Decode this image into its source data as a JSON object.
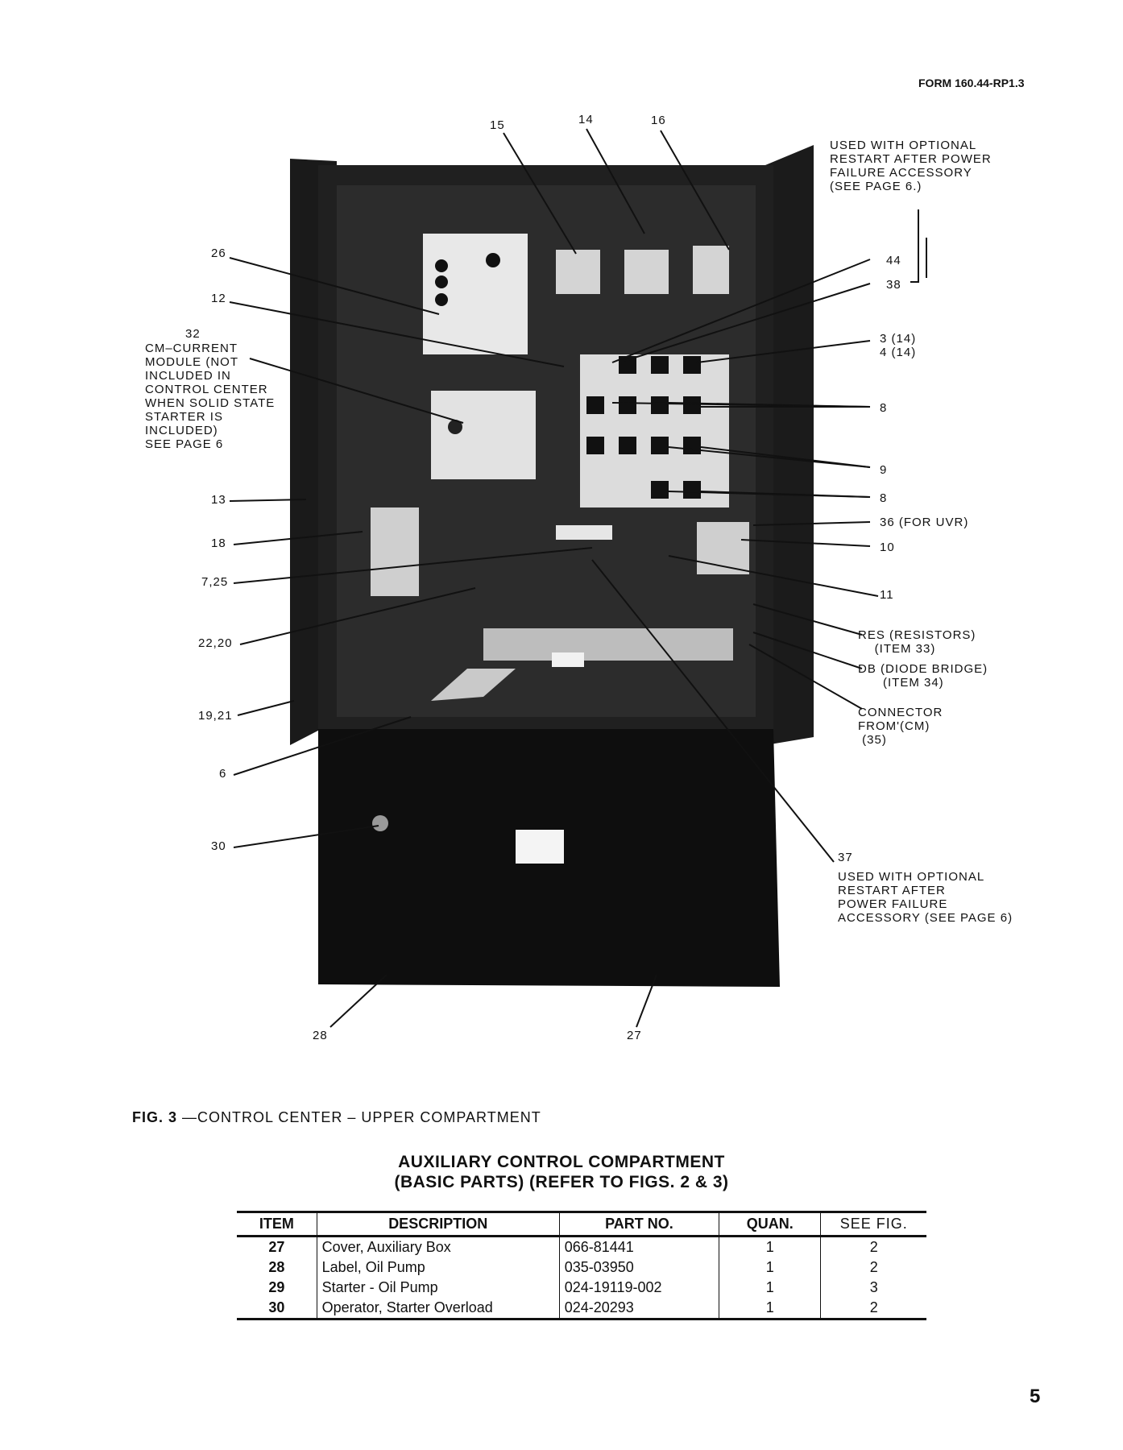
{
  "header": {
    "form_number": "FORM 160.44-RP1.3"
  },
  "figure": {
    "labels": {
      "n15": "15",
      "n14": "14",
      "n16": "16",
      "n26": "26",
      "n12": "12",
      "n32": "32",
      "cm_module": "CM–CURRENT\nMODULE (NOT\nINCLUDED IN\nCONTROL CENTER\nWHEN SOLID STATE\nSTARTER IS\nINCLUDED)\nSEE PAGE 6",
      "n13": "13",
      "n18": "18",
      "n7_25": "7,25",
      "n22_20": "22,20",
      "n19_21": "19,21",
      "n6": "6",
      "n30": "30",
      "n28": "28",
      "n27": "27",
      "restart_top": "USED WITH OPTIONAL\nRESTART AFTER POWER\nFAILURE ACCESSORY\n(SEE PAGE 6.)",
      "n44": "44",
      "n38": "38",
      "n3_4": "3 (14)\n4 (14)",
      "n8a": "8",
      "n9": "9",
      "n8b": "8",
      "n36": "36 (FOR UVR)",
      "n10": "10",
      "n11": "11",
      "res": "RES (RESISTORS)\n    (ITEM 33)",
      "db": "DB (DIODE BRIDGE)\n      (ITEM 34)",
      "connector": "CONNECTOR\nFROM'(CM)\n (35)",
      "n37": "37",
      "restart_bottom": "USED WITH OPTIONAL\nRESTART AFTER\nPOWER FAILURE\nACCESSORY (SEE PAGE 6)"
    }
  },
  "caption": {
    "fig": "FIG. 3",
    "text": " —CONTROL CENTER – UPPER COMPARTMENT"
  },
  "table": {
    "title_line1": "AUXILIARY CONTROL COMPARTMENT",
    "title_line2": "(BASIC PARTS)  (REFER TO FIGS. 2 & 3)",
    "headers": {
      "item": "ITEM",
      "description": "DESCRIPTION",
      "part_no": "PART NO.",
      "quan": "QUAN.",
      "see_fig": "SEE FIG."
    },
    "rows": [
      {
        "item": "27",
        "description": "Cover, Auxiliary Box",
        "part_no": "066-81441",
        "quan": "1",
        "see_fig": "2"
      },
      {
        "item": "28",
        "description": "Label, Oil Pump",
        "part_no": "035-03950",
        "quan": "1",
        "see_fig": "2"
      },
      {
        "item": "29",
        "description": "Starter - Oil Pump",
        "part_no": "024-19119-002",
        "quan": "1",
        "see_fig": "3"
      },
      {
        "item": "30",
        "description": "Operator, Starter Overload",
        "part_no": "024-20293",
        "quan": "1",
        "see_fig": "2"
      }
    ]
  },
  "footer": {
    "page_number": "5"
  }
}
